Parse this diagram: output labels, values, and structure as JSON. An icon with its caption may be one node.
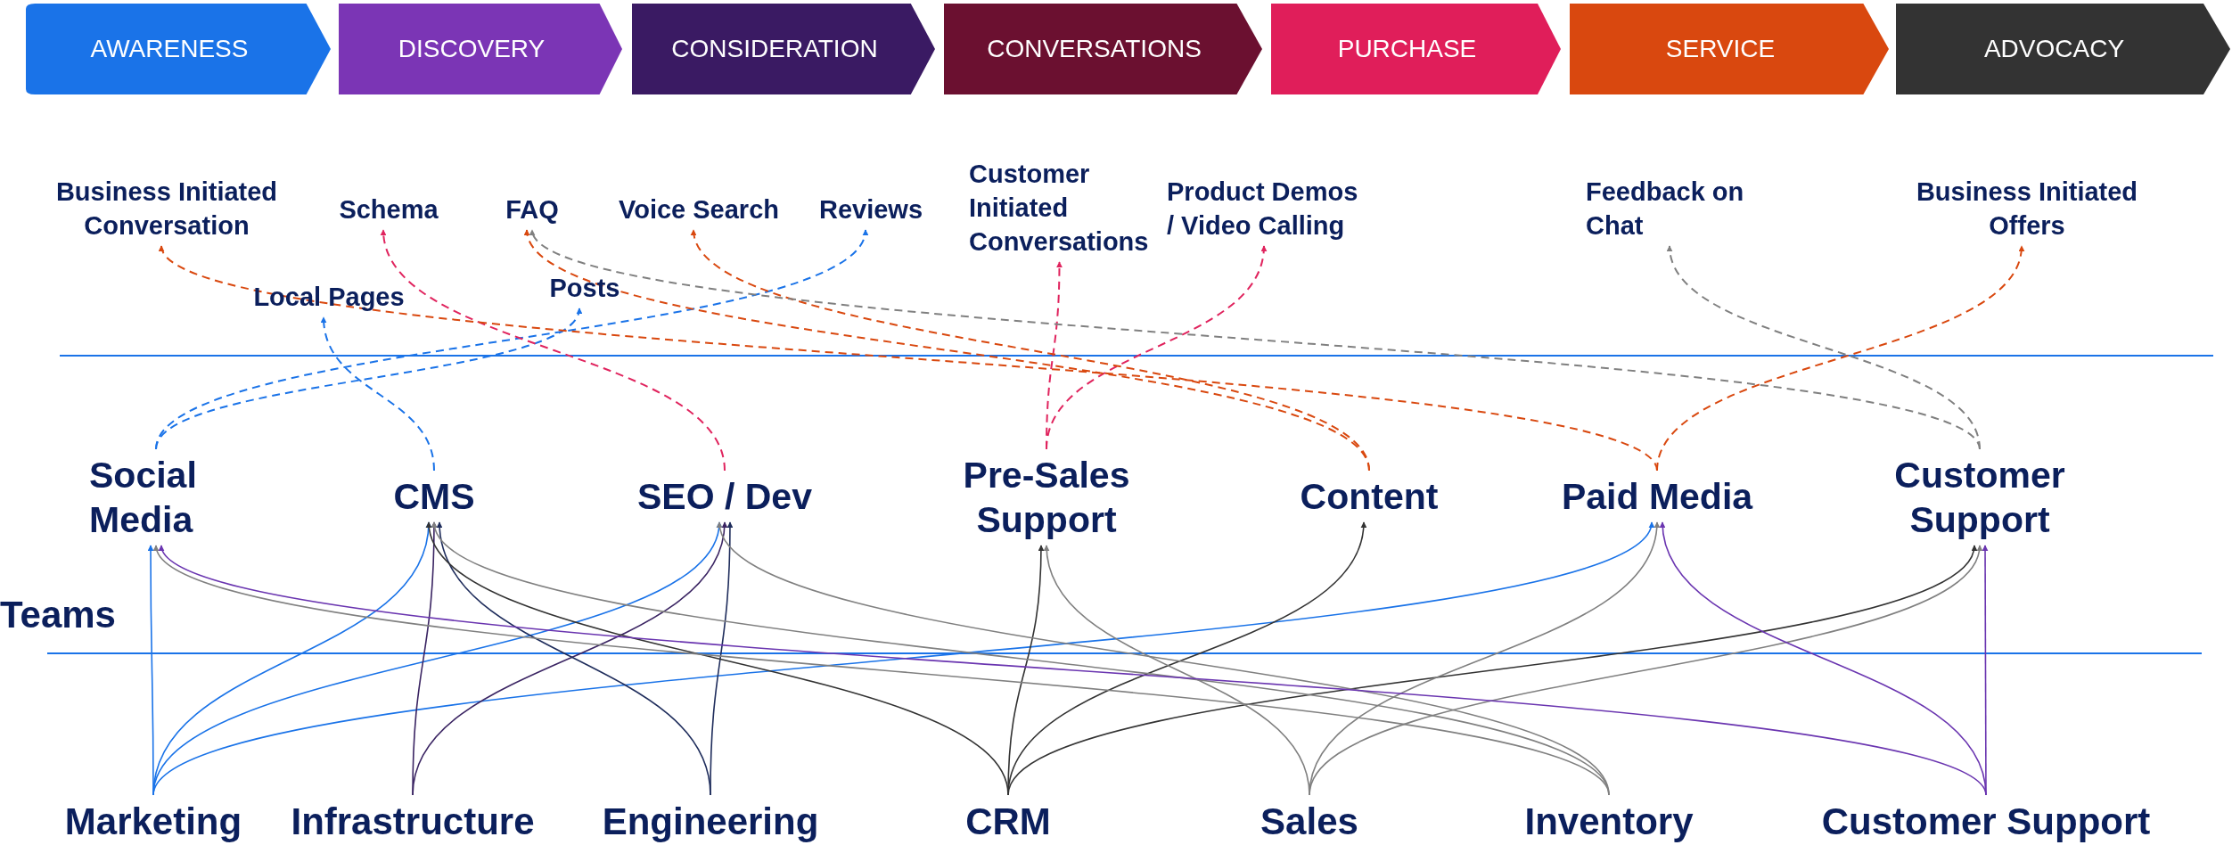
{
  "diagram": {
    "nodes": [
      {
        "text": [
          "AWARENESS"
        ]
      },
      {
        "text": [
          "DISCOVERY"
        ]
      },
      {
        "text": [
          "CONSIDERATION"
        ]
      },
      {
        "text": [
          "CONVERSATIONS"
        ]
      },
      {
        "text": [
          "PURCHASE"
        ]
      },
      {
        "text": [
          "SERVICE"
        ]
      },
      {
        "text": [
          "ADVOCACY"
        ]
      },
      {
        "text": [
          "Business Initiated Conversation"
        ]
      },
      {
        "text": [
          "Schema"
        ]
      },
      {
        "text": [
          "FAQ"
        ]
      },
      {
        "text": [
          "Voice Search"
        ]
      },
      {
        "text": [
          "Reviews"
        ]
      },
      {
        "text": [
          "Customer Initiated Conversations"
        ]
      },
      {
        "text": [
          "Product Demos / Video Calling"
        ]
      },
      {
        "text": [
          "Feedback on Chat"
        ]
      },
      {
        "text": [
          "Business Initiated Offers"
        ]
      },
      {
        "text": [
          "Local Pages"
        ]
      },
      {
        "text": [
          "Posts"
        ]
      },
      {
        "text": [
          "Social Media"
        ]
      },
      {
        "text": [
          "CMS"
        ]
      },
      {
        "text": [
          "SEO / Dev"
        ]
      },
      {
        "text": [
          "Pre-Sales Support"
        ]
      },
      {
        "text": [
          "Content"
        ]
      },
      {
        "text": [
          "Paid Media"
        ]
      },
      {
        "text": [
          "Customer Support"
        ]
      },
      {
        "text": [
          "Marketing"
        ]
      },
      {
        "text": [
          "Infrastructure"
        ]
      },
      {
        "text": [
          "Engineering"
        ]
      },
      {
        "text": [
          "CRM"
        ]
      },
      {
        "text": [
          "Sales"
        ]
      },
      {
        "text": [
          "Inventory"
        ]
      },
      {
        "text": [
          "Customer Support"
        ]
      }
    ],
    "edges": [
      {
        "from": 18,
        "to": 11,
        "arrow": "to",
        "style": "dashed",
        "color": "#1a73e8"
      },
      {
        "from": 18,
        "to": 17,
        "arrow": "to",
        "style": "dashed",
        "color": "#1a73e8"
      },
      {
        "from": 19,
        "to": 16,
        "arrow": "to",
        "style": "dashed",
        "color": "#1a73e8"
      },
      {
        "from": 20,
        "to": 8,
        "arrow": "to",
        "style": "dashed",
        "color": "#e0245e"
      },
      {
        "from": 21,
        "to": 12,
        "arrow": "to",
        "style": "dashed",
        "color": "#e0245e"
      },
      {
        "from": 21,
        "to": 13,
        "arrow": "to",
        "style": "dashed",
        "color": "#e0245e"
      },
      {
        "from": 22,
        "to": 9,
        "arrow": "to",
        "style": "dashed",
        "color": "#d9480f"
      },
      {
        "from": 22,
        "to": 10,
        "arrow": "to",
        "style": "dashed",
        "color": "#d9480f"
      },
      {
        "from": 23,
        "to": 7,
        "arrow": "to",
        "style": "dashed",
        "color": "#d9480f"
      },
      {
        "from": 23,
        "to": 15,
        "arrow": "to",
        "style": "dashed",
        "color": "#d9480f"
      },
      {
        "from": 24,
        "to": 9,
        "arrow": "to",
        "style": "dashed",
        "color": "#808080"
      },
      {
        "from": 24,
        "to": 14,
        "arrow": "to",
        "style": "dashed",
        "color": "#808080"
      },
      {
        "from": 25,
        "to": 18,
        "arrow": "to",
        "color": "#1a73e8"
      },
      {
        "from": 25,
        "to": 19,
        "arrow": "to",
        "color": "#1a73e8"
      },
      {
        "from": 25,
        "to": 20,
        "arrow": "to",
        "color": "#1a73e8"
      },
      {
        "from": 25,
        "to": 23,
        "arrow": "to",
        "color": "#1a73e8"
      },
      {
        "from": 26,
        "to": 19,
        "arrow": "to",
        "color": "#3b2563"
      },
      {
        "from": 26,
        "to": 20,
        "arrow": "to",
        "color": "#3b2563"
      },
      {
        "from": 27,
        "to": 20,
        "arrow": "to",
        "color": "#1f2d5c"
      },
      {
        "from": 27,
        "to": 19,
        "arrow": "to",
        "color": "#1f2d5c"
      },
      {
        "from": 28,
        "to": 19,
        "arrow": "to",
        "color": "#333333"
      },
      {
        "from": 28,
        "to": 21,
        "arrow": "to",
        "color": "#333333"
      },
      {
        "from": 28,
        "to": 22,
        "arrow": "to",
        "color": "#333333"
      },
      {
        "from": 28,
        "to": 24,
        "arrow": "to",
        "color": "#333333"
      },
      {
        "from": 29,
        "to": 21,
        "arrow": "to",
        "color": "#808080"
      },
      {
        "from": 29,
        "to": 23,
        "arrow": "to",
        "color": "#808080"
      },
      {
        "from": 29,
        "to": 24,
        "arrow": "to",
        "color": "#808080"
      },
      {
        "from": 30,
        "to": 18,
        "arrow": "to",
        "color": "#808080"
      },
      {
        "from": 30,
        "to": 19,
        "arrow": "to",
        "color": "#808080"
      },
      {
        "from": 30,
        "to": 20,
        "arrow": "to",
        "color": "#808080"
      },
      {
        "from": 31,
        "to": 24,
        "arrow": "to",
        "color": "#6a35b0"
      },
      {
        "from": 31,
        "to": 23,
        "arrow": "to",
        "color": "#6a35b0"
      },
      {
        "from": 31,
        "to": 18,
        "arrow": "to",
        "color": "#6a35b0"
      }
    ],
    "labels": [
      "Teams"
    ]
  }
}
